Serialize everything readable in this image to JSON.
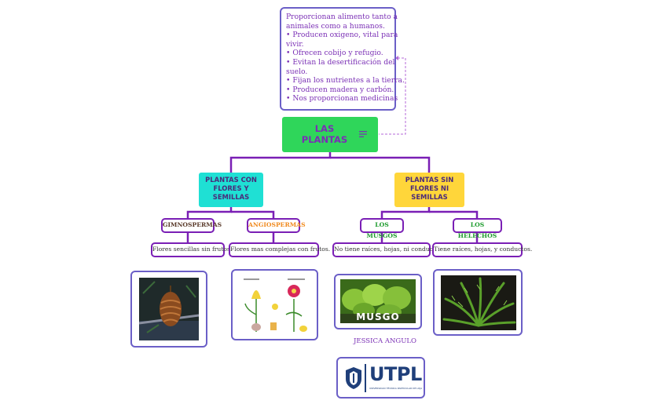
{
  "note": {
    "lines": [
      "Proporcionan alimento tanto a",
      "animales como a humanos.",
      "• Producen oxigeno, vital para",
      "vivir.",
      "• Ofrecen cobijo y refugio.",
      "• Evitan la desertificación del",
      "suelo.",
      "• Fijan los nutrientes a la tierra.",
      "• Producen madera y carbón.",
      "• Nos proporcionan medicinas"
    ]
  },
  "root": {
    "label": "LAS PLANTAS",
    "menu_icon": "menu-lines-icon"
  },
  "branches": {
    "with_flowers": {
      "label": "PLANTAS CON FLORES Y SEMILLAS",
      "color": "#1fe0d4"
    },
    "without_flowers": {
      "label": "PLANTAS SIN FLORES NI SEMILLAS",
      "color": "#ffd63a"
    }
  },
  "subtopics": {
    "gimnospermas": {
      "label": "GIMNOSPERMAS",
      "color": "#5a3a2a",
      "description": "Flores sencillas sin frutos"
    },
    "angiospermas": {
      "label": "ANGIOSPERMAS",
      "color": "#f08a1e",
      "description": "Flores mas complejas con frutos."
    },
    "musgos": {
      "label": "LOS MUSGOS",
      "color": "#1a9a2a",
      "description": "No tiene raíces, hojas, ni conductos"
    },
    "helechos": {
      "label": "LOS HELECHOS",
      "color": "#1a9a2a",
      "description": "Tiene raíces, hojas, y conductos."
    }
  },
  "images": {
    "moss_caption": "MUSGO"
  },
  "author": "JESSICA ANGULO",
  "logo": {
    "text": "UTPL",
    "subtext": "UNIVERSIDAD TÉCNICA PARTICULAR DE LOJA"
  },
  "colors": {
    "connector": "#7a1fb5",
    "frame": "#6b5fc7",
    "root": "#2fd65a"
  }
}
